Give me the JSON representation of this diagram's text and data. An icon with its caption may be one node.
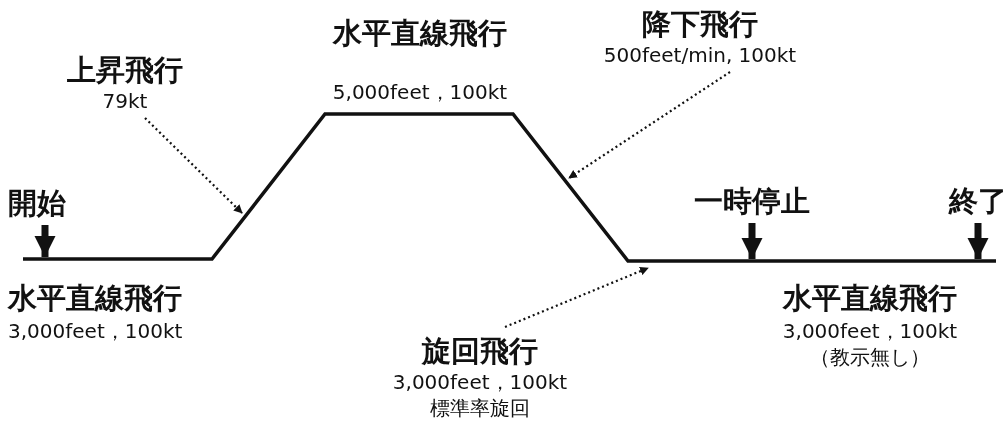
{
  "diagram": {
    "nodes": [
      {
        "text": [
          "上昇飛行",
          "79kt"
        ]
      },
      {
        "text": [
          "降下飛行",
          "500feet/min, 100kt"
        ]
      },
      {
        "text": [
          "開始"
        ]
      },
      {
        "text": [
          "一時停止"
        ]
      },
      {
        "text": [
          "終了"
        ]
      },
      {
        "text": [
          "旋回飛行",
          "3,000feet，100kt",
          "標準率旋回"
        ]
      }
    ],
    "edges": [
      {
        "from": 0,
        "to": null,
        "arrow": "to",
        "style": "dashed"
      },
      {
        "from": 1,
        "to": null,
        "arrow": "to",
        "style": "dashed"
      },
      {
        "from": 2,
        "to": null,
        "arrow": "to",
        "style": "thick"
      },
      {
        "from": 3,
        "to": null,
        "arrow": "to",
        "style": "thick"
      },
      {
        "from": 4,
        "to": null,
        "arrow": "to",
        "style": "thick"
      },
      {
        "from": 5,
        "to": null,
        "arrow": "to",
        "style": "dashed"
      }
    ],
    "labels": [
      "水平直線飛行",
      "5,000feet，100kt",
      "水平直線飛行",
      "3,000feet，100kt",
      "水平直線飛行",
      "3,000feet，100kt",
      "（教示無し）"
    ]
  }
}
